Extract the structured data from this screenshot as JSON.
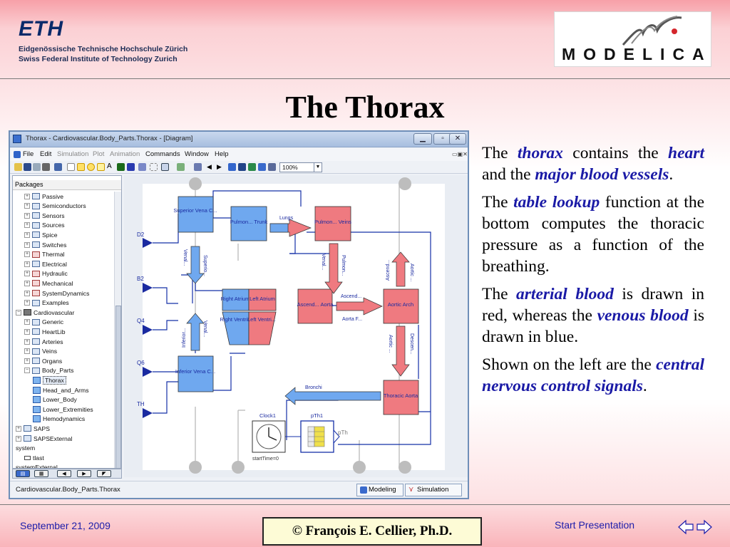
{
  "header": {
    "eth_mark": "ETH",
    "eth_line1": "Eidgenössische Technische Hochschule Zürich",
    "eth_line2": "Swiss Federal Institute of Technology Zurich",
    "modelica_word": "MODELICA"
  },
  "title": "The Thorax",
  "window": {
    "title": "Thorax - Cardiovascular.Body_Parts.Thorax - [Diagram]",
    "menus": [
      {
        "label": "File",
        "enabled": true
      },
      {
        "label": "Edit",
        "enabled": true
      },
      {
        "label": "Simulation",
        "enabled": false
      },
      {
        "label": "Plot",
        "enabled": false
      },
      {
        "label": "Animation",
        "enabled": false
      },
      {
        "label": "Commands",
        "enabled": true
      },
      {
        "label": "Window",
        "enabled": true
      },
      {
        "label": "Help",
        "enabled": true
      }
    ],
    "zoom": "100%",
    "packages_header": "Packages",
    "tree": [
      {
        "label": "Passive",
        "level": 1,
        "icon": "folder"
      },
      {
        "label": "Semiconductors",
        "level": 1,
        "icon": "folder"
      },
      {
        "label": "Sensors",
        "level": 1,
        "icon": "folder"
      },
      {
        "label": "Sources",
        "level": 1,
        "icon": "folder"
      },
      {
        "label": "Spice",
        "level": 1,
        "icon": "folder"
      },
      {
        "label": "Switches",
        "level": 1,
        "icon": "folder"
      },
      {
        "label": "Thermal",
        "level": 1,
        "icon": "folder-red"
      },
      {
        "label": "Electrical",
        "level": 1,
        "icon": "folder"
      },
      {
        "label": "Hydraulic",
        "level": 1,
        "icon": "folder-red"
      },
      {
        "label": "Mechanical",
        "level": 1,
        "icon": "folder-red"
      },
      {
        "label": "SystemDynamics",
        "level": 1,
        "icon": "folder-red"
      },
      {
        "label": "Examples",
        "level": 1,
        "icon": "folder"
      },
      {
        "label": "Cardiovascular",
        "level": 0,
        "icon": "package",
        "expanded": true
      },
      {
        "label": "Generic",
        "level": 1,
        "icon": "folder"
      },
      {
        "label": "HeartLib",
        "level": 1,
        "icon": "folder"
      },
      {
        "label": "Arteries",
        "level": 1,
        "icon": "folder"
      },
      {
        "label": "Veins",
        "level": 1,
        "icon": "folder"
      },
      {
        "label": "Organs",
        "level": 1,
        "icon": "folder"
      },
      {
        "label": "Body_Parts",
        "level": 1,
        "icon": "folder",
        "expanded": true
      },
      {
        "label": "Thorax",
        "level": 2,
        "icon": "model",
        "selected": true
      },
      {
        "label": "Head_and_Arms",
        "level": 2,
        "icon": "model"
      },
      {
        "label": "Lower_Body",
        "level": 2,
        "icon": "model"
      },
      {
        "label": "Lower_Extremities",
        "level": 2,
        "icon": "model"
      },
      {
        "label": "Hemodynamics",
        "level": 2,
        "icon": "model"
      },
      {
        "label": "SAPS",
        "level": 0,
        "icon": "folder"
      },
      {
        "label": "SAPSExternal",
        "level": 0,
        "icon": "folder"
      },
      {
        "label": "system",
        "level": 0,
        "icon": "none"
      },
      {
        "label": "tlast",
        "level": 1,
        "icon": "var"
      },
      {
        "label": "systemExternal",
        "level": 0,
        "icon": "none"
      }
    ],
    "status_text": "Cardiovascular.Body_Parts.Thorax",
    "mode_modeling": "Modeling",
    "mode_simulation": "Simulation"
  },
  "diagram": {
    "inputs": [
      "D2",
      "B2",
      "Q4",
      "Q6",
      "TH"
    ],
    "blocks": {
      "superior_vena_cava": "Superior Vena C...",
      "pulmonary_trunk": "Pulmon... Trunk",
      "pulmonary_veins": "Pulmon... Veins",
      "right_atrium": "Right Atrium",
      "left_atrium": "Left Atrium",
      "right_ventricle": "Right Ventri...",
      "left_ventricle": "Left Ventri...",
      "ascending_aorta": "Ascend... Aorta",
      "aortic_arch": "Aortic Arch",
      "inferior_vena_cava": "Inferior Vena C...",
      "thoracic_aorta": "Thoracic Aorta"
    },
    "labels": {
      "lungs": "Lungs",
      "superior_venal": "Superio...",
      "venal_1": "Venal...",
      "pulmonary_venal": "Pulmon...",
      "venal_2": "Venal...",
      "ascending_top": "Ascend...",
      "aorta_f": "Aorta F...",
      "ascending_vert": "Ascend...",
      "aortic_vert_1": "Aortic ...",
      "inferior_venal": "Inferior...",
      "venal_3": "Venal...",
      "aortic_vert_2": "Aortic ...",
      "descending": "Descen...",
      "bronchi": "Bronchi",
      "clock": "Clock1",
      "start_time": "startTime=0",
      "pth1": "pTh1",
      "pth_out": "pTh"
    },
    "colors": {
      "venous": "#6fa8ef",
      "arterial": "#ef7a80",
      "connector": "#1530a8"
    }
  },
  "description": {
    "p1": {
      "t1": "The ",
      "e1": "thorax",
      "t2": " contains the ",
      "e2": "heart",
      "t3": " and the ",
      "e3": "major blood vessels",
      "t4": "."
    },
    "p2": {
      "t1": "The ",
      "e1": "table lookup",
      "t2": " function at the bottom computes the thoracic pressure as a function of the breathing."
    },
    "p3": {
      "t1": "The ",
      "e1": "arterial blood",
      "t2": " is drawn in red, whereas the ",
      "e2": "venous blood",
      "t3": " is drawn in blue."
    },
    "p4": {
      "t1": "Shown on the left are the ",
      "e1": "central nervous control signals",
      "t2": "."
    }
  },
  "footer": {
    "date": "September 21, 2009",
    "copyright": "©  François E. Cellier, Ph.D.",
    "start": "Start Presentation"
  }
}
